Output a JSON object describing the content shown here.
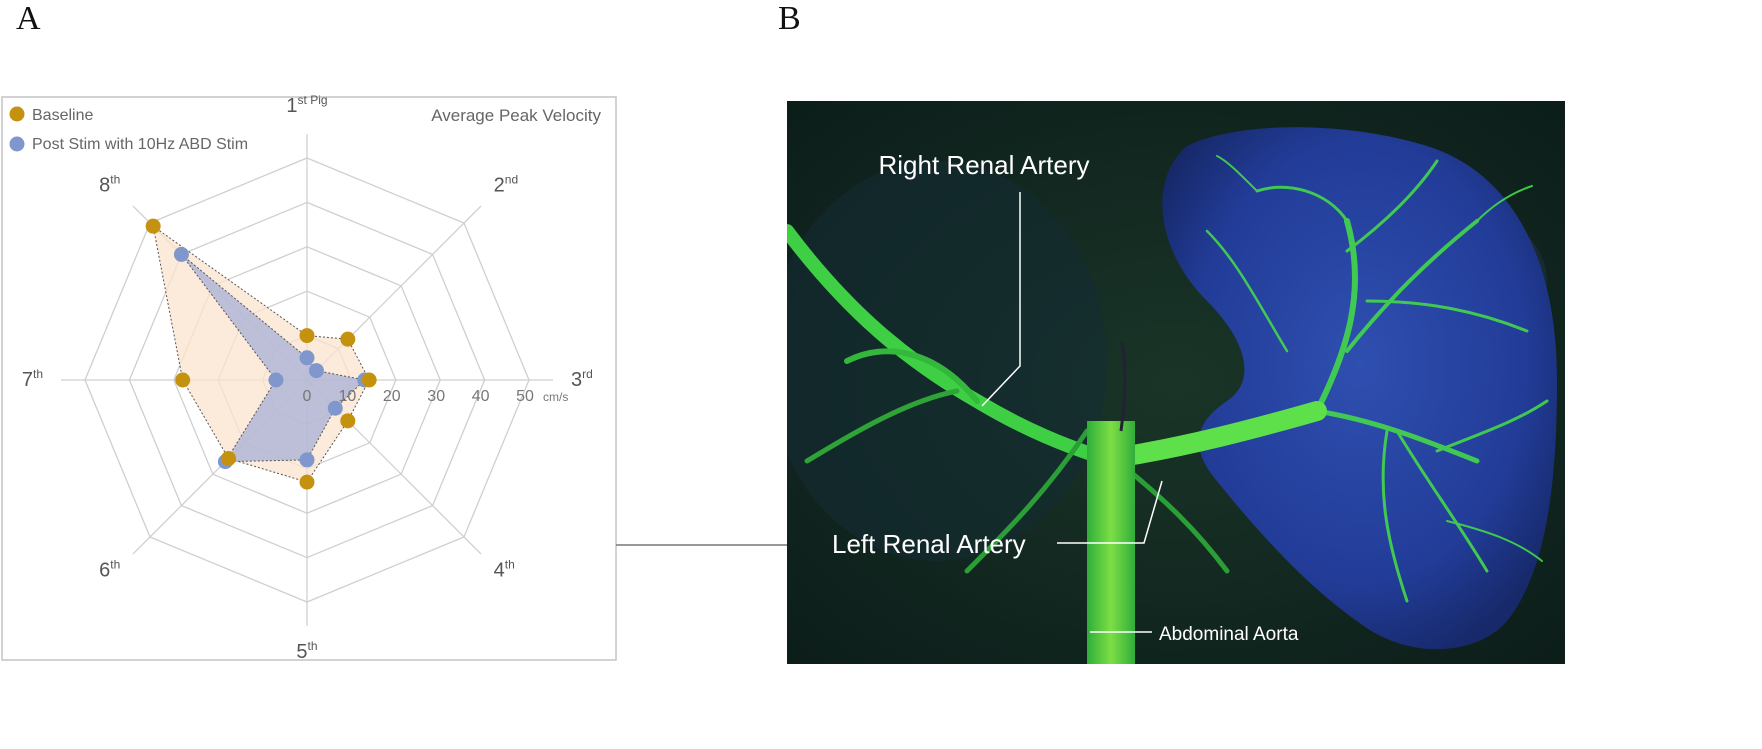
{
  "panels": {
    "a": "A",
    "b": "B"
  },
  "chart_data": {
    "type": "radar",
    "title": "Average Peak Velocity",
    "categories": [
      {
        "base": "1",
        "sup": "st Pig"
      },
      {
        "base": "2",
        "sup": "nd"
      },
      {
        "base": "3",
        "sup": "rd"
      },
      {
        "base": "4",
        "sup": "th"
      },
      {
        "base": "5",
        "sup": "th"
      },
      {
        "base": "6",
        "sup": "th"
      },
      {
        "base": "7",
        "sup": "th"
      },
      {
        "base": "8",
        "sup": "th"
      }
    ],
    "scale_ticks": [
      "0",
      "10",
      "20",
      "30",
      "40",
      "50"
    ],
    "unit": "cm/s",
    "rmax": 50,
    "grid": true,
    "legend_position": "top-left",
    "series": [
      {
        "name": "Baseline",
        "color": "#c4920f",
        "fill": "#fbe3cf",
        "values": [
          10,
          13,
          14,
          13,
          23,
          25,
          28,
          49
        ]
      },
      {
        "name": "Post Stim with 10Hz ABD Stim",
        "color": "#7f97cc",
        "fill": "#a7b0d6",
        "values": [
          5,
          3,
          13,
          9,
          18,
          26,
          7,
          40
        ]
      }
    ]
  },
  "photo_labels": {
    "right": "Right Renal Artery",
    "left": "Left Renal Artery",
    "aorta": "Abdominal Aorta"
  }
}
